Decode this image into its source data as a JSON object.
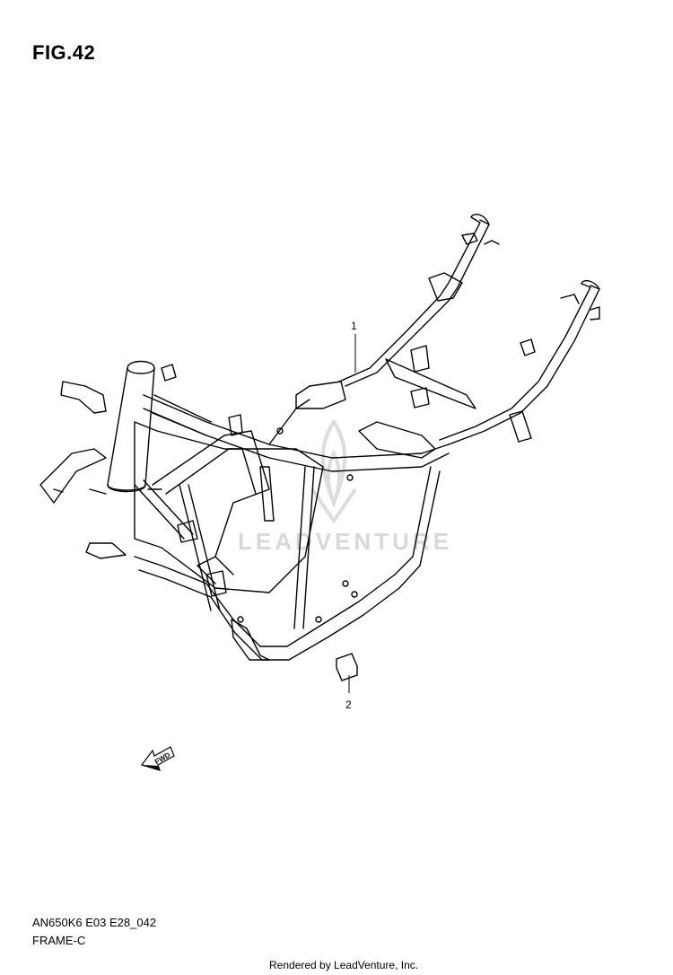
{
  "figure": {
    "title": "FIG.42",
    "model_code": "AN650K6 E03 E28_042",
    "section_name": "FRAME-C"
  },
  "callouts": [
    {
      "number": "1"
    },
    {
      "number": "2"
    }
  ],
  "arrow": {
    "label": "FWD"
  },
  "watermark": {
    "text": "LEADVENTURE"
  },
  "footer": {
    "rendered_by": "Rendered by LeadVenture, Inc."
  }
}
